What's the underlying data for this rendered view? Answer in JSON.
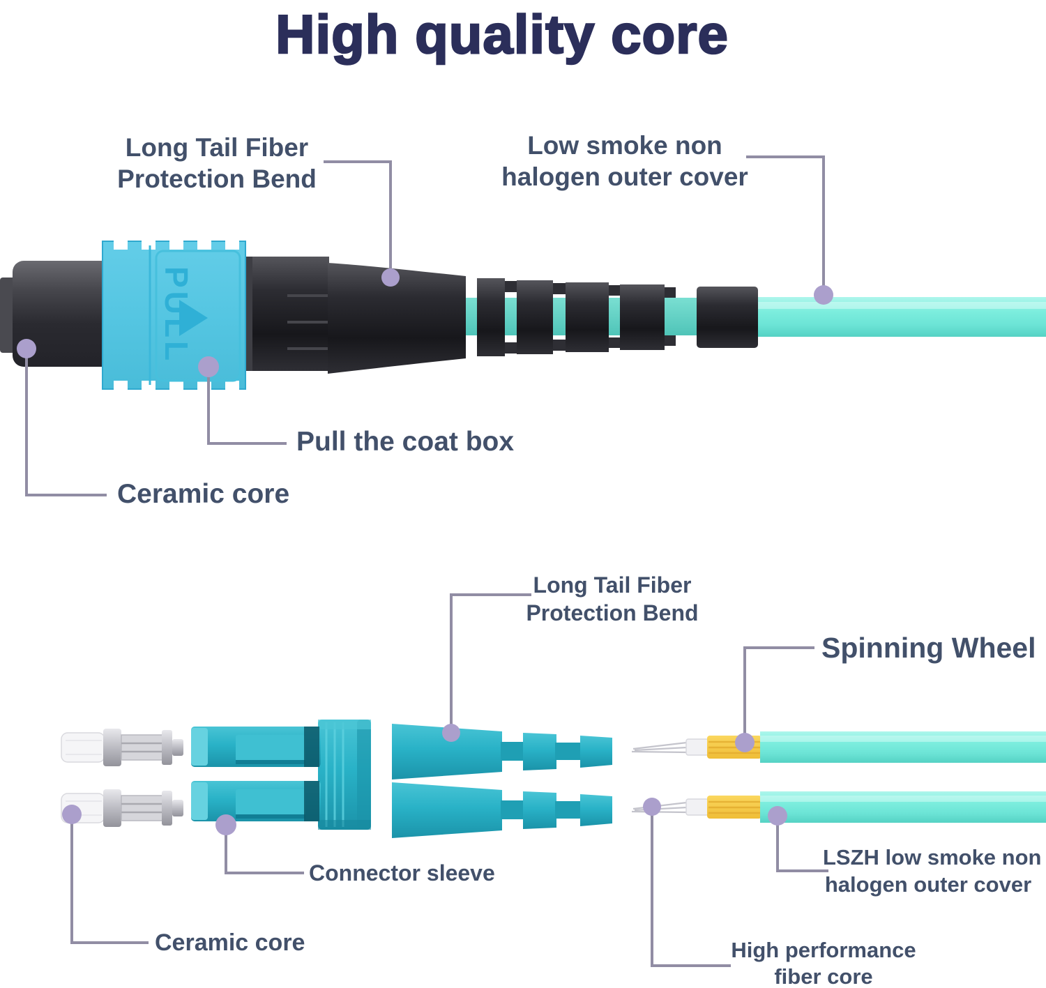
{
  "title": "High quality core",
  "colors": {
    "title_navy": "#2b2e5a",
    "label_slate": "#42506a",
    "leader_gray": "#918da4",
    "dot_lavender": "#ab9fcc",
    "sleeve_blue": "#55c6e2",
    "cable_aqua": "#7deede",
    "connector_teal": "#29b2c7",
    "aramid_yellow": "#f8ce4d",
    "housing_black": "#27272d"
  },
  "top_section": {
    "connector": {
      "pull_label": "PULL"
    },
    "labels": {
      "long_tail_line1": "Long Tail Fiber",
      "long_tail_line2": "Protection Bend",
      "low_smoke_line1": "Low smoke non",
      "low_smoke_line2": "halogen outer cover",
      "pull_coat_box": "Pull the coat box",
      "ceramic_core": "Ceramic core"
    }
  },
  "bottom_section": {
    "labels": {
      "long_tail_line1": "Long Tail Fiber",
      "long_tail_line2": "Protection Bend",
      "spinning_wheel": "Spinning Wheel",
      "connector_sleeve": "Connector sleeve",
      "ceramic_core": "Ceramic core",
      "lszh_line1": "LSZH low smoke non",
      "lszh_line2": "halogen outer cover",
      "high_performance_line1": "High performance",
      "high_performance_line2": "fiber core"
    }
  }
}
